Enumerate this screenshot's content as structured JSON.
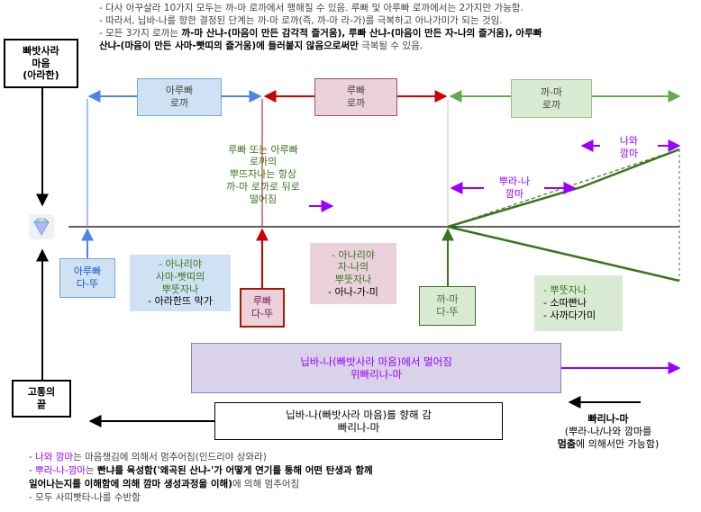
{
  "top_notes": {
    "line1": "- 다사 아꾸살라 10가지 모두는 까-마 로까에서 행해질 수 있음. 루빠 및 아루빠 로까에서는 2가지만 가능함.",
    "line2": "- 따라서, 닙바-나를 향한 결정된 단계는 까-마 로까(즉, 까-마 라-가)를 극복하고 아나가미가 되는 것임.",
    "line3_a": "- 모든 3가지 로까는 ",
    "line3_b": "까-마 산냐-(마음이 만든 감각적 즐거움), 루빠 산냐-(마음이 만든 자-나의 즐거움), 아루빠",
    "line4_a": "산냐-(마음이 만든 사마-빳띠의 즐거움)에 들러붙지 않음으로써만",
    "line4_b": " 극복될 수 있음."
  },
  "pabhassara": {
    "line1": "빠밧사라",
    "line2": "마음",
    "line3": "(아라한)"
  },
  "suffering_end": {
    "line1": "고통의",
    "line2": "끝"
  },
  "arupa_loka": {
    "line1": "아루빠",
    "line2": "로까"
  },
  "rupa_loka": {
    "line1": "루빠",
    "line2": "로까"
  },
  "kama_loka": {
    "line1": "까-마",
    "line2": "로까"
  },
  "fall_back_text": {
    "line1": "루빠 또는 아루빠",
    "line2": "로까의",
    "line3": "뿌뜨자나는 항상",
    "line4": "까-마 로까로 뒤로",
    "line5": "떨어짐"
  },
  "nawa_kamma": {
    "line1": "나와",
    "line2": "깜마"
  },
  "puranna_kamma": {
    "line1": "뿌라-나",
    "line2": "깜마"
  },
  "arupa_datu": {
    "line1": "아루빠",
    "line2": "다-뚜"
  },
  "arupa_info": {
    "line1": "- 아나리야",
    "line2": "사마-빳띠의",
    "line3": "뿌뚯자나",
    "line4": "- 아라한뜨 막가"
  },
  "rupa_datu": {
    "line1": "루빠",
    "line2": "다-뚜"
  },
  "rupa_info": {
    "line1": "- 아나리야",
    "line2": "자-나의",
    "line3": "뿌뚯자나",
    "line4": "- 아나-가-미"
  },
  "kama_datu": {
    "line1": "까-마",
    "line2": "다-뚜"
  },
  "kama_info": {
    "line1": "- 뿌뚯자나",
    "line2": "- 소따빤나",
    "line3": "- 사까다가미"
  },
  "away_bar": {
    "line1": "닙바-나(빠밧사라 마음)에서 멀어짐",
    "line2": "위빠리나-마"
  },
  "toward_bar": {
    "line1": "닙바-나(빠밧사라 마음)를 향해 감",
    "line2": "빠리나-마"
  },
  "parinama_note": {
    "line1": "빠리나-마",
    "line2": "(뿌라-나/나와 깜마를",
    "line3a": "멈춤",
    "line3b": "에 의해서만 가능함)"
  },
  "bottom_notes": {
    "l1_a": "- ",
    "l1_b": "나와 깜마",
    "l1_c": "는 마음챙김에 의해서 멈추어짐(인드리야 상와라)",
    "l2_a": "- ",
    "l2_b": "뿌라-나-깜마",
    "l2_c": "는 ",
    "l2_d": "빤냐를 육성함('왜곡된 산냐-'가 어떻게 연기를 통해 어떤 탄생과 함께",
    "l3_a": "일어나는지를 이해함에 의해 깜마 생성과정을 이해)",
    "l3_b": "에 의해 멈추어짐",
    "l4": "- 모두 사띠빳타-나를 수반함"
  },
  "icon": "gem-icon",
  "colors": {
    "blue": "#4a86e8",
    "red": "#cc0000",
    "green": "#38761d",
    "purple": "#9900ff",
    "blue_fill": "#cfe2f3",
    "rupa_fill": "#ead1dc",
    "green_fill": "#d9ead3",
    "purple_fill": "#d9d2e9"
  }
}
